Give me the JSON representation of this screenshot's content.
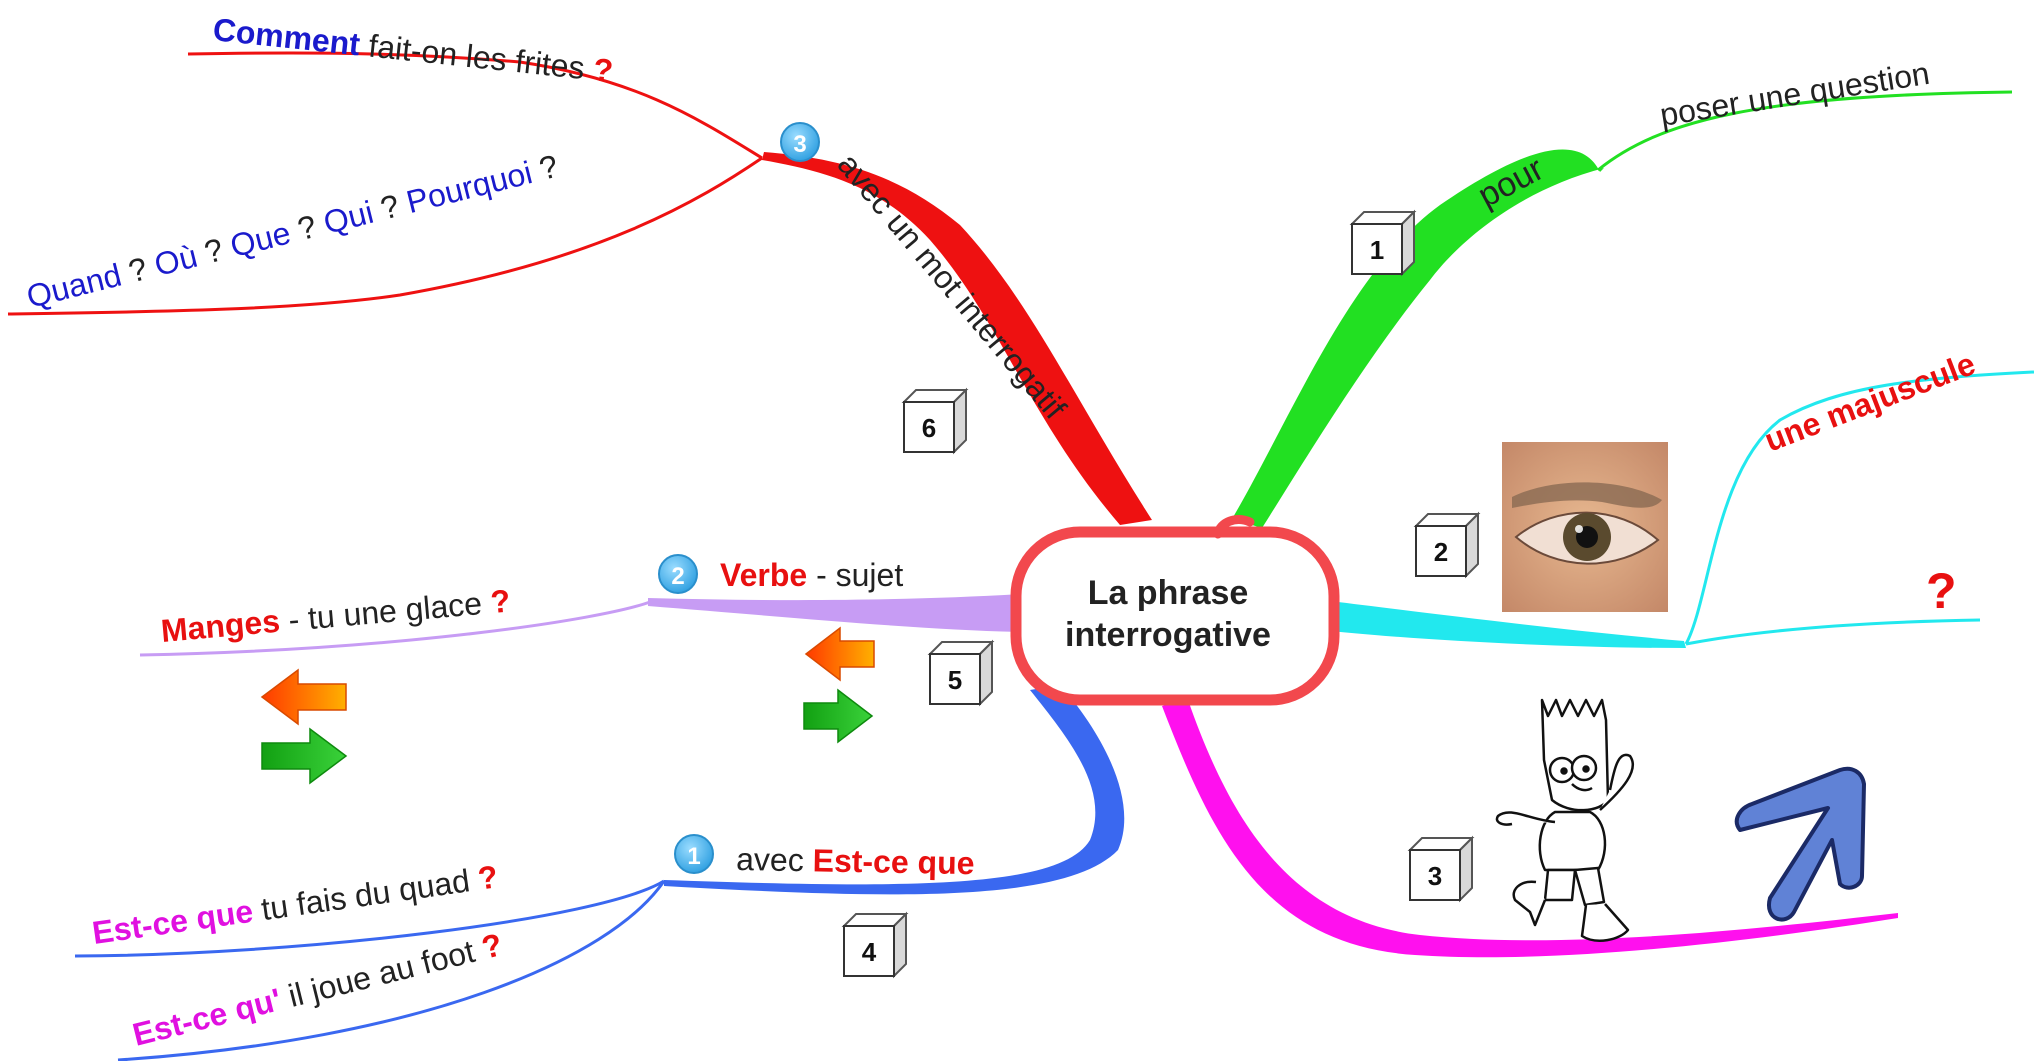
{
  "central": {
    "line1": "La phrase",
    "line2": "interrogative"
  },
  "colors": {
    "green": "#22e022",
    "cyan": "#22e8ee",
    "magenta": "#ff10ee",
    "blue": "#3a68f0",
    "lilac": "#c79cf4",
    "red": "#ee1111",
    "dark_blue": "#1a1acc",
    "text": "#222222",
    "text_red": "#e81010",
    "text_magenta": "#e010e0",
    "bubble": "#f2484d",
    "badge": "#4fb8ee"
  },
  "branch_green": {
    "label": "pour",
    "sub": "poser une question",
    "cube": "1"
  },
  "branch_cyan": {
    "label": "une majuscule",
    "mark": "?",
    "cube": "2",
    "image_name": "eye-photo"
  },
  "branch_magenta": {
    "cube": "3",
    "image_name": "bart-simpson-drawing",
    "arrow_name": "up-arrow-icon"
  },
  "branch_blue": {
    "badge": "1",
    "label_prefix": "avec ",
    "label_est": "Est-ce que",
    "cube": "4",
    "ex1": {
      "hl": "Est-ce que",
      "rest": " tu fais du quad ",
      "q": "?"
    },
    "ex2": {
      "hl": "Est-ce qu'",
      "rest": " il joue au foot ",
      "q": "?"
    }
  },
  "branch_lilac": {
    "badge": "2",
    "verbe": "Verbe",
    "rest": " - sujet",
    "cube": "5",
    "ex": {
      "hl": "Manges",
      "rest": " - tu une glace ",
      "q": "?"
    }
  },
  "branch_red": {
    "badge": "3",
    "label": "avec un mot interrogatif",
    "cube": "6",
    "ex1": {
      "hl": "Comment",
      "rest": " fait-on les frites ",
      "q": "?"
    },
    "ex2": {
      "w1": "Quand",
      "s1": " ? ",
      "w2": "Où",
      "s2": " ? ",
      "w3": "Que",
      "s3": " ? ",
      "w4": "Qui",
      "s4": " ? ",
      "w5": "Pourquoi",
      "s5": " ?"
    }
  }
}
